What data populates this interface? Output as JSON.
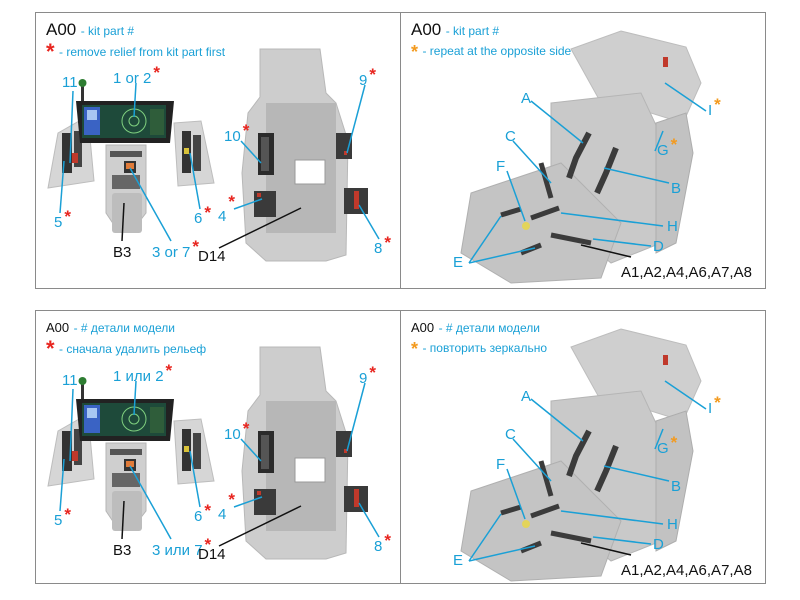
{
  "colors": {
    "label_blue": "#1aa0d6",
    "star_red": "#e8251f",
    "star_orange": "#f39a1e",
    "part_gray": "#c9c9c9",
    "border": "#8a8a8a"
  },
  "panels": [
    {
      "id": "top-left",
      "legend": {
        "code": "A00",
        "code_desc": "- kit part #",
        "star_desc": "- remove relief from kit part first",
        "star_color": "red"
      },
      "labels": {
        "l1": "1 or 2",
        "l11": "11",
        "l5": "5",
        "l6": "6",
        "l37": "3 or 7",
        "l10": "10",
        "l4": "4",
        "l9": "9",
        "l8": "8",
        "b3": "B3",
        "d14": "D14"
      }
    },
    {
      "id": "top-right",
      "legend": {
        "code": "A00",
        "code_desc": "- kit part #",
        "star_desc": "- repeat at the opposite side",
        "star_color": "orange"
      },
      "labels": {
        "A": "A",
        "B": "B",
        "C": "C",
        "D": "D",
        "E": "E",
        "F": "F",
        "G": "G",
        "H": "H",
        "I": "I",
        "parts": "A1,A2,A4,A6,A7,A8"
      }
    },
    {
      "id": "bottom-left",
      "legend": {
        "code": "A00",
        "code_desc": "- # детали модели",
        "star_desc": "- сначала удалить рельеф",
        "star_color": "red"
      },
      "labels": {
        "l1": "1 или 2",
        "l11": "11",
        "l5": "5",
        "l6": "6",
        "l37": "3 или 7",
        "l10": "10",
        "l4": "4",
        "l9": "9",
        "l8": "8",
        "b3": "B3",
        "d14": "D14"
      }
    },
    {
      "id": "bottom-right",
      "legend": {
        "code": "A00",
        "code_desc": "- # детали модели",
        "star_desc": "- повторить зеркально",
        "star_color": "orange"
      },
      "labels": {
        "A": "A",
        "B": "B",
        "C": "C",
        "D": "D",
        "E": "E",
        "F": "F",
        "G": "G",
        "H": "H",
        "I": "I",
        "parts": "A1,A2,A4,A6,A7,A8"
      }
    }
  ],
  "star_glyph": "*"
}
